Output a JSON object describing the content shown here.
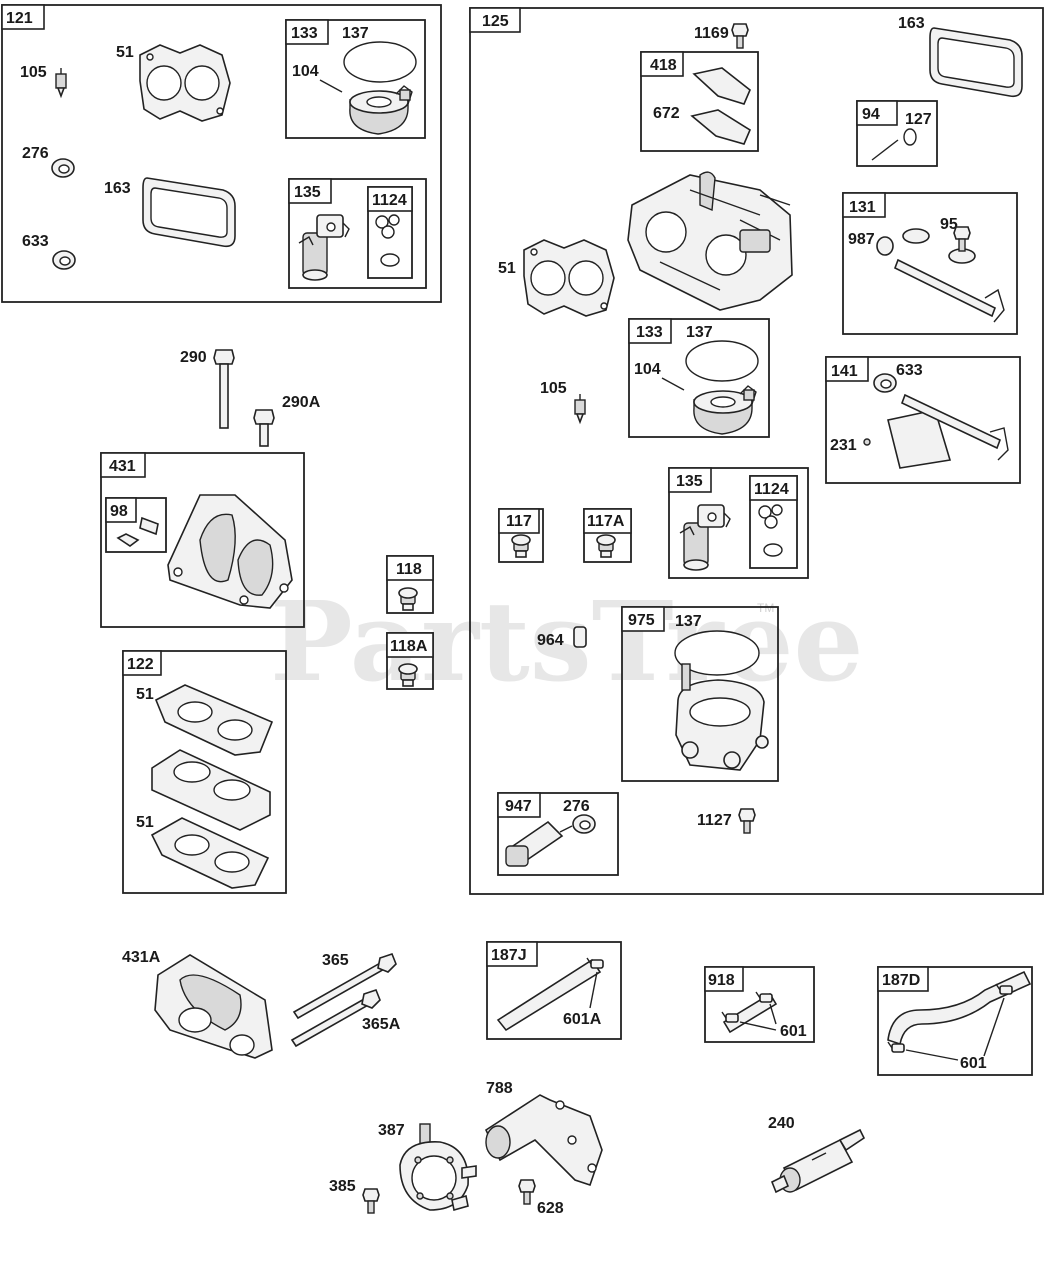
{
  "watermark": {
    "text": "PartsTree",
    "mark": "TM"
  },
  "callouts": {
    "c121": "121",
    "c105a": "105",
    "c51a": "51",
    "c276a": "276",
    "c163a": "163",
    "c633a": "633",
    "c133a": "133",
    "c137a": "137",
    "c104a": "104",
    "c135a": "135",
    "c1124a": "1124",
    "c125": "125",
    "c1169": "1169",
    "c163b": "163",
    "c418": "418",
    "c672": "672",
    "c94": "94",
    "c127": "127",
    "c131": "131",
    "c95": "95",
    "c987": "987",
    "c51b": "51",
    "c133b": "133",
    "c137b": "137",
    "c104b": "104",
    "c105b": "105",
    "c141": "141",
    "c633b": "633",
    "c231": "231",
    "c117": "117",
    "c117A": "117A",
    "c135b": "135",
    "c1124b": "1124",
    "c964": "964",
    "c975": "975",
    "c137c": "137",
    "c947": "947",
    "c276b": "276",
    "c1127": "1127",
    "c290": "290",
    "c290A": "290A",
    "c431": "431",
    "c98": "98",
    "c118": "118",
    "c118A": "118A",
    "c122": "122",
    "c51c": "51",
    "c51d": "51",
    "c431A": "431A",
    "c365": "365",
    "c365A": "365A",
    "c187J": "187J",
    "c601A": "601A",
    "c918": "918",
    "c601a": "601",
    "c187D": "187D",
    "c601b": "601",
    "c788": "788",
    "c387": "387",
    "c385": "385",
    "c628": "628",
    "c240": "240"
  },
  "parts": {
    "gasket": "gasket-icon",
    "o_ring": "o-ring-icon",
    "needle": "inlet-needle-icon",
    "washer": "washer-icon",
    "float": "float-icon",
    "pin": "float-pin-icon",
    "solenoid": "fuel-solenoid-icon",
    "carburetor": "carburetor-icon",
    "bolt": "bolt-icon",
    "screw": "screw-icon",
    "plug": "plug-icon",
    "shaft": "throttle-shaft-icon",
    "plate": "throttle-plate-icon",
    "bowl": "float-bowl-icon",
    "manifold": "intake-manifold-icon",
    "spacer": "spacer-icon",
    "fuel_line": "fuel-line-icon",
    "clamp": "hose-clamp-icon",
    "fuel_pump": "fuel-pump-icon",
    "bracket": "bracket-icon",
    "fuel_filter": "fuel-filter-icon"
  }
}
